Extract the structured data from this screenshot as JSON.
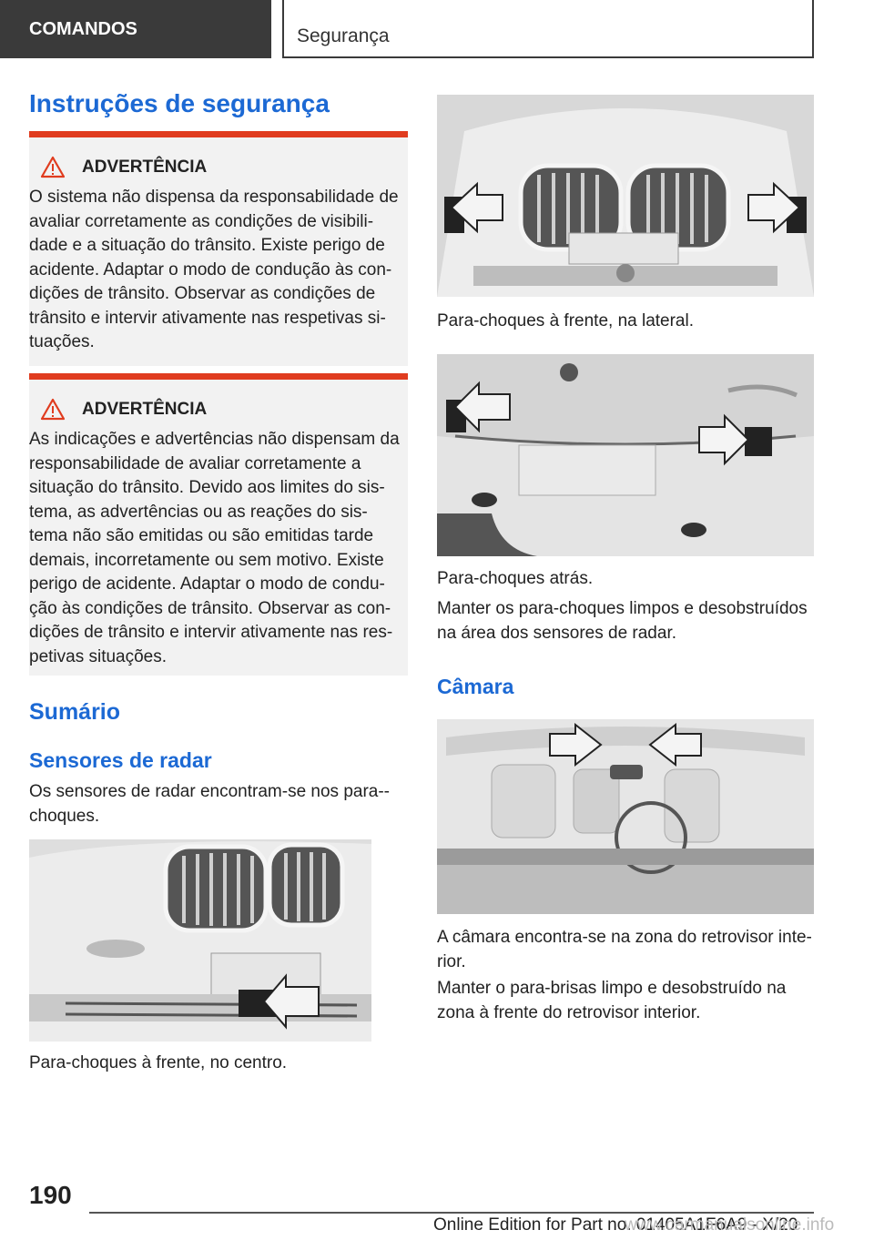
{
  "header": {
    "section": "COMANDOS",
    "chapter": "Segurança"
  },
  "page_title": "Instruções de segurança",
  "warnings": [
    {
      "label": "ADVERTÊNCIA",
      "text": "O sistema não dispensa da responsabilidade de avaliar corretamente as condições de visibili-dade e a situação do trânsito. Existe perigo de acidente. Adaptar o modo de condução às con-dições de trânsito. Observar as condições de trânsito e intervir ativamente nas respetivas si-tuações."
    },
    {
      "label": "ADVERTÊNCIA",
      "text": "As indicações e advertências não dispensam da responsabilidade de avaliar corretamente a situação do trânsito. Devido aos limites do sis-tema, as advertências ou as reações do sis-tema não são emitidas ou são emitidas tarde demais, incorretamente ou sem motivo. Existe perigo de acidente. Adaptar o modo de condu-ção às condições de trânsito. Observar as con-dições de trânsito e intervir ativamente nas res-petivas situações."
    }
  ],
  "summary": {
    "heading": "Sumário",
    "radar": {
      "heading": "Sensores de radar",
      "intro": "Os sensores de radar encontram-se nos para--choques.",
      "caption_front_center": "Para-choques à frente, no centro.",
      "caption_front_side": "Para-choques à frente, na lateral.",
      "caption_rear": "Para-choques atrás.",
      "keep_clean": "Manter os para-choques limpos e desobstruídos na área dos sensores de radar."
    },
    "camera": {
      "heading": "Câmara",
      "location": "A câmara encontra-se na zona do retrovisor inte-rior.",
      "keep_clean": "Manter o para-brisas limpo e desobstruído na zona à frente do retrovisor interior."
    }
  },
  "footer": {
    "page_number": "190",
    "edition": "Online Edition for Part no. 01405A1F6A9 - X/20",
    "watermark": "www.carmanualsonline.info"
  },
  "icons": {
    "warning": "warning-triangle-icon",
    "arrow": "arrow-icon"
  },
  "colors": {
    "heading_blue": "#1c69d4",
    "warning_red": "#e03c1f",
    "header_dark": "#3a3a3a"
  }
}
